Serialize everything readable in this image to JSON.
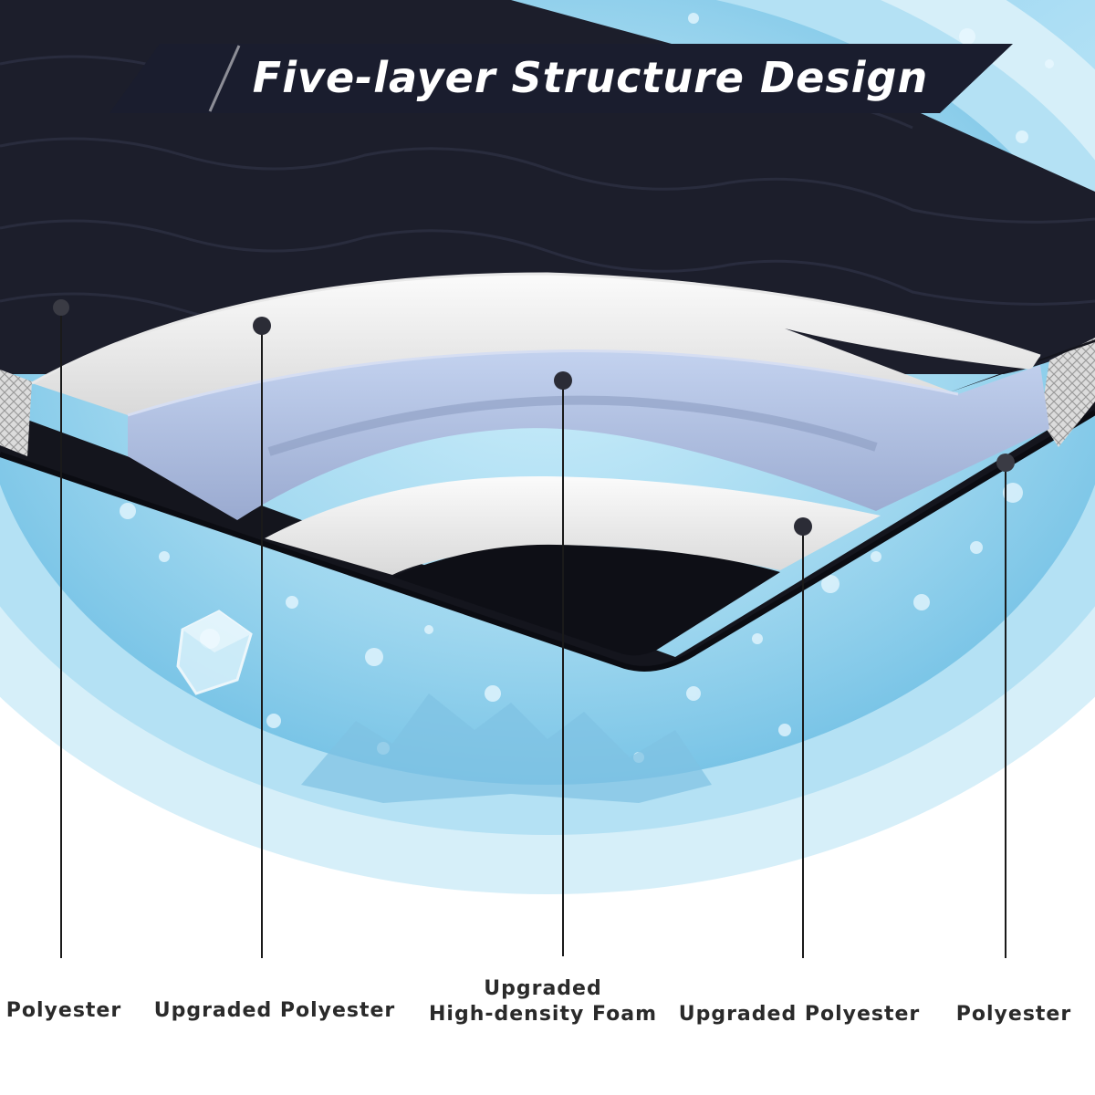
{
  "title": "Five-layer Structure Design",
  "labels": [
    {
      "line1": "Polyester"
    },
    {
      "line1": "Upgraded Polyester"
    },
    {
      "line1": "Upgraded",
      "line2": "High-density Foam"
    },
    {
      "line1": "Upgraded Polyester"
    },
    {
      "line1": "Polyester"
    }
  ],
  "colors": {
    "cover": "#1c1e2b",
    "foam": "#aab9da",
    "polyester_fill": "#f2f2f2",
    "water": "#9fd5ee",
    "banner": "#1a1d2e",
    "label_text": "#2a2a2a"
  }
}
